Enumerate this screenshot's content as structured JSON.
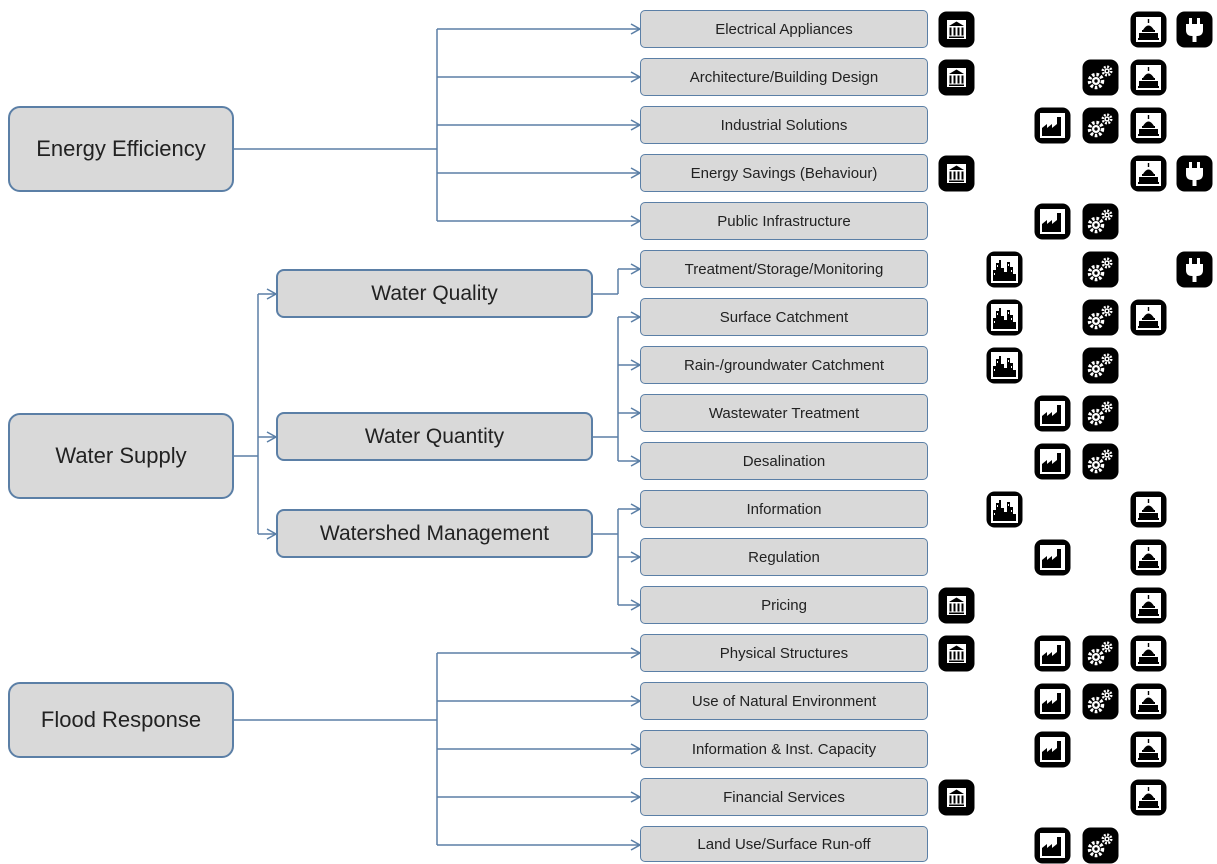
{
  "colors": {
    "connector": "#5b7fa6",
    "box_fill": "#d9d9d9",
    "icon_bg": "#000000",
    "icon_fg": "#ffffff"
  },
  "icon_legend": [
    "bank-icon",
    "city-skyline-icon",
    "factory-icon",
    "gears-icon",
    "capitol-icon",
    "power-plug-icon"
  ],
  "categories": [
    {
      "label": "Energy Efficiency",
      "items": [
        {
          "label": "Electrical Appliances",
          "icons": [
            "bank-icon",
            "capitol-icon",
            "power-plug-icon"
          ]
        },
        {
          "label": "Architecture/Building Design",
          "icons": [
            "bank-icon",
            "gears-icon",
            "capitol-icon"
          ]
        },
        {
          "label": "Industrial Solutions",
          "icons": [
            "factory-icon",
            "gears-icon",
            "capitol-icon"
          ]
        },
        {
          "label": "Energy Savings (Behaviour)",
          "icons": [
            "bank-icon",
            "capitol-icon",
            "power-plug-icon"
          ]
        },
        {
          "label": "Public Infrastructure",
          "icons": [
            "factory-icon",
            "gears-icon"
          ]
        }
      ]
    },
    {
      "label": "Water Supply",
      "subgroups": [
        {
          "label": "Water Quality",
          "items": [
            {
              "label": "Treatment/Storage/Monitoring",
              "icons": [
                "city-skyline-icon",
                "gears-icon",
                "power-plug-icon"
              ]
            }
          ]
        },
        {
          "label": "Water Quantity",
          "items": [
            {
              "label": "Surface Catchment",
              "icons": [
                "city-skyline-icon",
                "gears-icon",
                "capitol-icon"
              ]
            },
            {
              "label": "Rain-/groundwater Catchment",
              "icons": [
                "city-skyline-icon",
                "gears-icon"
              ]
            },
            {
              "label": "Wastewater Treatment",
              "icons": [
                "factory-icon",
                "gears-icon"
              ]
            },
            {
              "label": "Desalination",
              "icons": [
                "factory-icon",
                "gears-icon"
              ]
            }
          ]
        },
        {
          "label": "Watershed Management",
          "items": [
            {
              "label": "Information",
              "icons": [
                "city-skyline-icon",
                "capitol-icon"
              ]
            },
            {
              "label": "Regulation",
              "icons": [
                "factory-icon",
                "capitol-icon"
              ]
            },
            {
              "label": "Pricing",
              "icons": [
                "bank-icon",
                "capitol-icon"
              ]
            }
          ]
        }
      ]
    },
    {
      "label": "Flood Response",
      "items": [
        {
          "label": "Physical Structures",
          "icons": [
            "bank-icon",
            "factory-icon",
            "gears-icon",
            "capitol-icon"
          ]
        },
        {
          "label": "Use of Natural Environment",
          "icons": [
            "factory-icon",
            "gears-icon",
            "capitol-icon"
          ]
        },
        {
          "label": "Information  & Inst. Capacity",
          "icons": [
            "factory-icon",
            "capitol-icon"
          ]
        },
        {
          "label": "Financial Services",
          "icons": [
            "bank-icon",
            "capitol-icon"
          ]
        },
        {
          "label": "Land Use/Surface Run-off",
          "icons": [
            "factory-icon",
            "gears-icon"
          ]
        }
      ]
    }
  ]
}
